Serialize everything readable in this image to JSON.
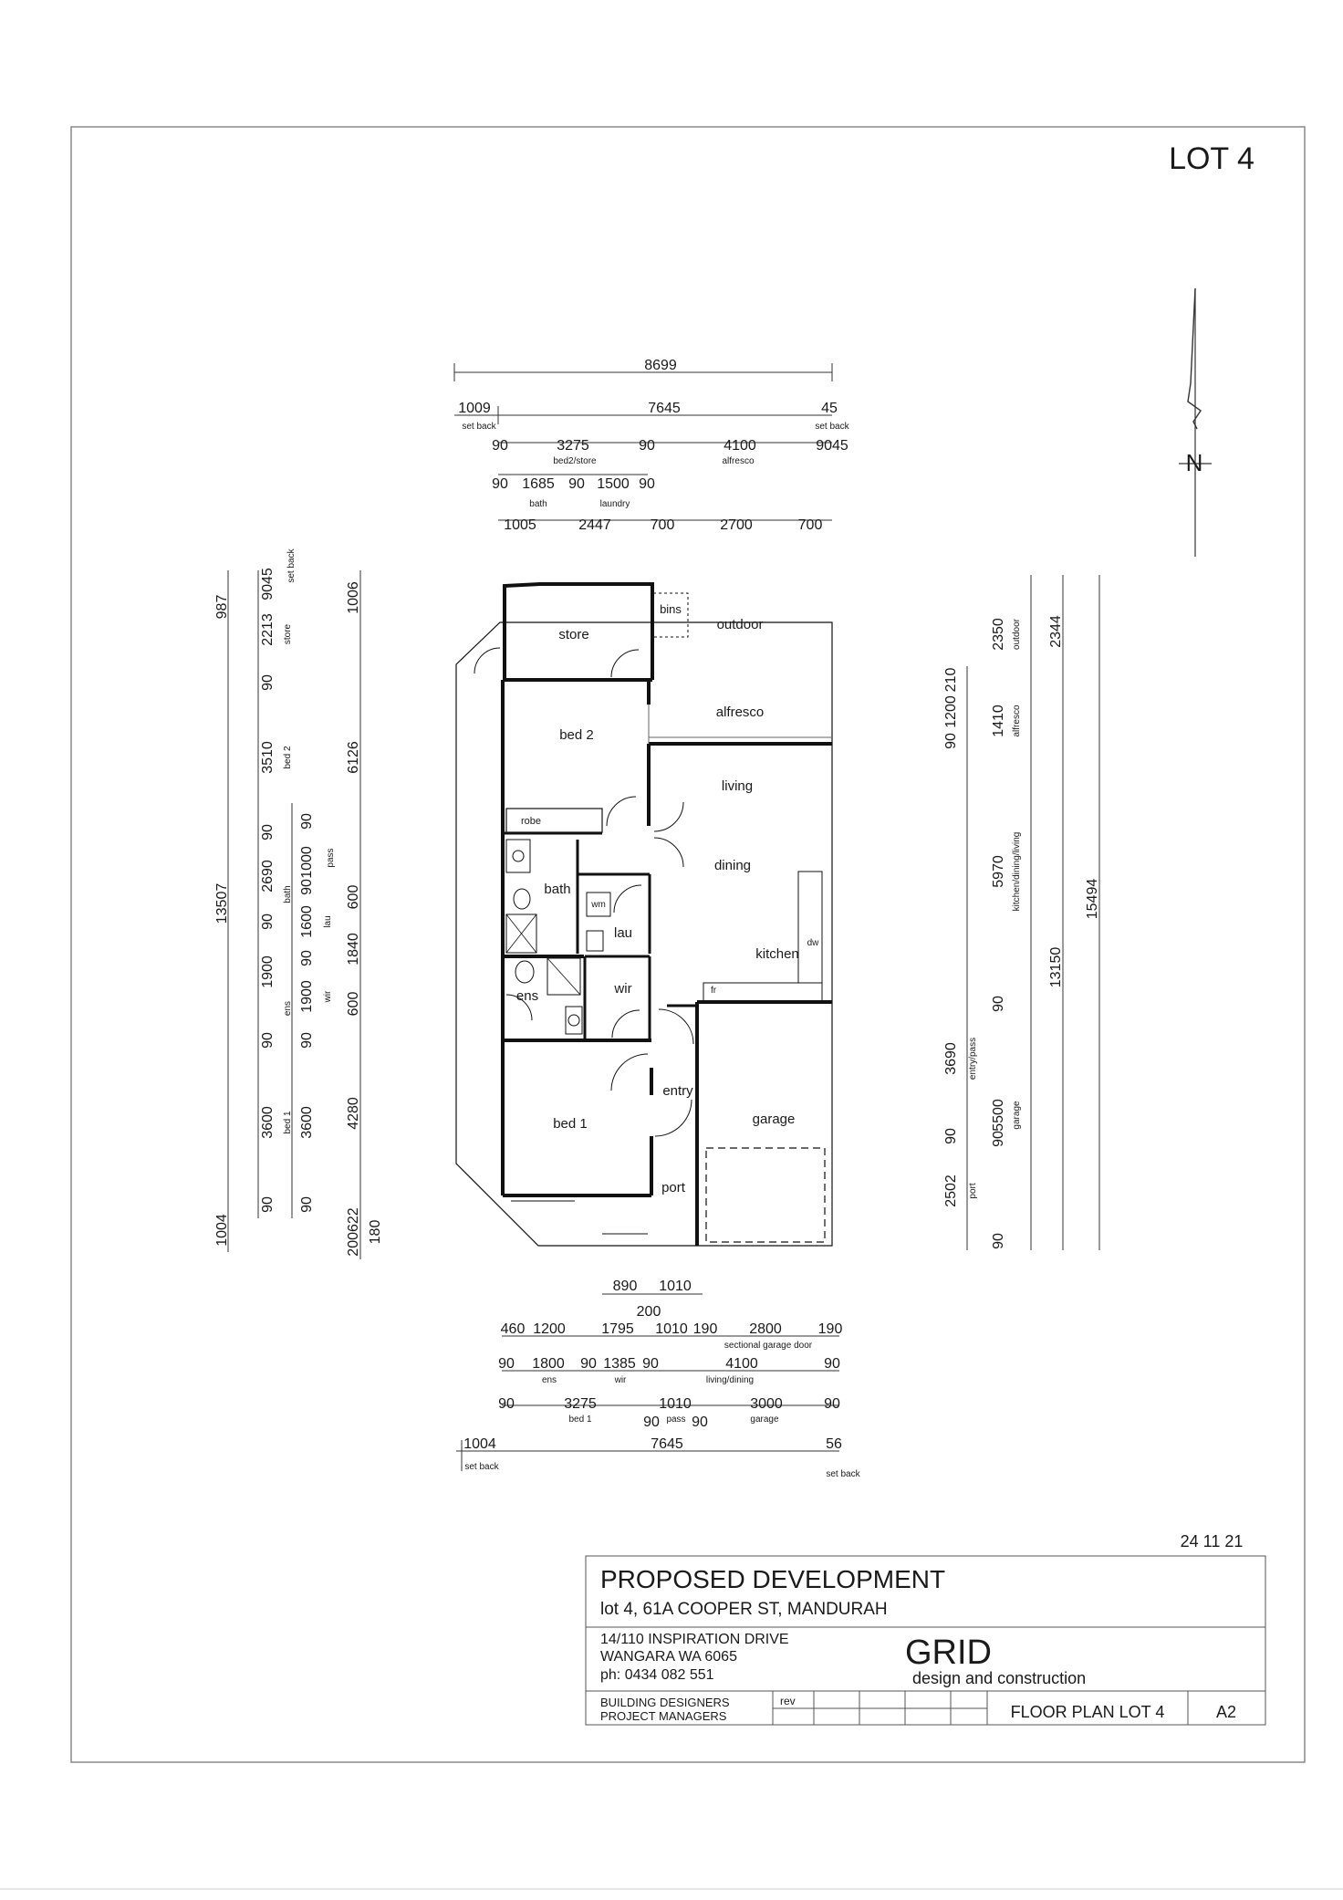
{
  "sheet": {
    "lot_label": "LOT 4",
    "date": "24 11 21",
    "north_label": "N"
  },
  "rooms": {
    "store": "store",
    "bins": "bins",
    "outdoor": "outdoor",
    "alfresco": "alfresco",
    "bed2": "bed 2",
    "living": "living",
    "dining": "dining",
    "robe": "robe",
    "bath": "bath",
    "wm": "wm",
    "lau": "lau",
    "kitchen": "kitchen",
    "dw": "dw",
    "fr": "fr",
    "ens": "ens",
    "wir": "wir",
    "entry": "entry",
    "garage": "garage",
    "bed1": "bed 1",
    "port": "port"
  },
  "top_dims": {
    "overall": "8699",
    "row1": [
      "1009",
      "7645",
      "45"
    ],
    "setback_left": "set back",
    "setback_right": "set back",
    "row2": [
      "90",
      "3275",
      "90",
      "4100",
      "9045"
    ],
    "row2_labels": [
      "bed2/store",
      "alfresco"
    ],
    "row3": [
      "90",
      "1685",
      "90",
      "1500",
      "90"
    ],
    "row3_labels": [
      "bath",
      "laundry"
    ],
    "row4": [
      "1005",
      "2447",
      "700",
      "2700",
      "700"
    ]
  },
  "bottom_dims": {
    "row1": [
      "890",
      "1010"
    ],
    "row1b": "200",
    "row2": [
      "460",
      "1200",
      "1795",
      "1010",
      "190",
      "2800",
      "190"
    ],
    "row2_label": "sectional garage door",
    "row3": [
      "90",
      "1800",
      "90",
      "1385",
      "90",
      "4100",
      "90"
    ],
    "row3_labels": [
      "ens",
      "wir",
      "living/dining"
    ],
    "row4": [
      "90",
      "3275",
      "90",
      "1010",
      "90",
      "3000",
      "90"
    ],
    "row4_labels": [
      "bed 1",
      "pass",
      "garage"
    ],
    "row5": [
      "1004",
      "7645",
      "56"
    ],
    "setback_left": "set back",
    "setback_right": "set back"
  },
  "left_dims": {
    "overall": "13507",
    "outer": [
      "987",
      "1004"
    ],
    "col_a": [
      "9045",
      "2213",
      "90",
      "3510",
      "90",
      "2690",
      "90",
      "1900",
      "90",
      "3600",
      "90"
    ],
    "col_a_labels": [
      "set back",
      "store",
      "bed 2",
      "bath",
      "ens",
      "bed 1"
    ],
    "col_b": [
      "90",
      "1000",
      "90",
      "1600",
      "90",
      "1900",
      "90",
      "3600",
      "90"
    ],
    "col_b_labels": [
      "pass",
      "lau",
      "wir"
    ],
    "col_c": [
      "1006",
      "6126",
      "600",
      "1840",
      "600",
      "4280",
      "200622",
      "180"
    ]
  },
  "right_dims": {
    "col_a": [
      "90",
      "1200",
      "210",
      "90",
      "3690",
      "90",
      "2502",
      "90"
    ],
    "col_a_labels": [
      "entry/pass",
      "port"
    ],
    "col_b": [
      "2350",
      "1410",
      "5970",
      "90",
      "5500"
    ],
    "col_b_labels": [
      "outdoor",
      "alfresco",
      "kitchen/dining/living",
      "garage"
    ],
    "col_c": [
      "2344",
      "13150"
    ],
    "overall": "15494"
  },
  "title_block": {
    "project": "PROPOSED DEVELOPMENT",
    "address": "lot 4, 61A COOPER ST, MANDURAH",
    "office_line1": "14/110 INSPIRATION DRIVE",
    "office_line2": "WANGARA  WA  6065",
    "phone": "ph: 0434 082 551",
    "brand": "GRID",
    "brand_sub": "design and construction",
    "role1": "BUILDING DESIGNERS",
    "role2": "PROJECT MANAGERS",
    "rev": "rev",
    "drawing_title": "FLOOR PLAN LOT 4",
    "sheet_size": "A2"
  }
}
